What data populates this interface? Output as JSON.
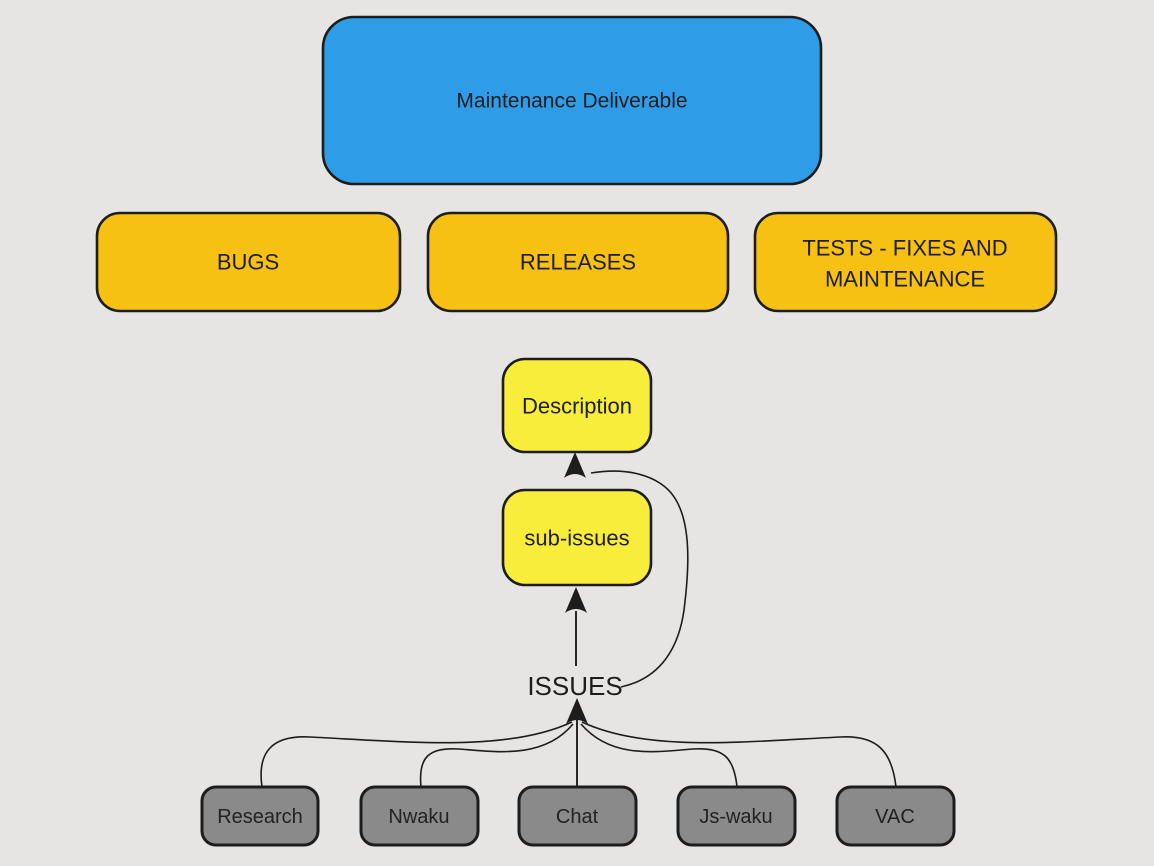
{
  "diagram": {
    "description": "Maintenance Deliverable flowchart",
    "colors": {
      "background": "#e6e5e4",
      "line": "#1d1d1d",
      "blue": "#2f9ce8",
      "amber": "#f6c112",
      "yellow": "#f8ed3b",
      "gray": "#8a8a8a"
    },
    "nodes": {
      "maintenance": {
        "label": "Maintenance Deliverable",
        "fill": "#2f9ce8"
      },
      "bugs": {
        "label": "BUGS",
        "fill": "#f6c112"
      },
      "releases": {
        "label": "RELEASES",
        "fill": "#f6c112"
      },
      "tests": {
        "label_line1": "TESTS - FIXES AND",
        "label_line2": "MAINTENANCE",
        "fill": "#f6c112"
      },
      "description": {
        "label": "Description",
        "fill": "#f8ed3b"
      },
      "sub_issues": {
        "label": "sub-issues",
        "fill": "#f8ed3b"
      },
      "issues": {
        "label": "ISSUES"
      },
      "research": {
        "label": "Research",
        "fill": "#8a8a8a"
      },
      "nwaku": {
        "label": "Nwaku",
        "fill": "#8a8a8a"
      },
      "chat": {
        "label": "Chat",
        "fill": "#8a8a8a"
      },
      "js_waku": {
        "label": "Js-waku",
        "fill": "#8a8a8a"
      },
      "vac": {
        "label": "VAC",
        "fill": "#8a8a8a"
      }
    }
  }
}
